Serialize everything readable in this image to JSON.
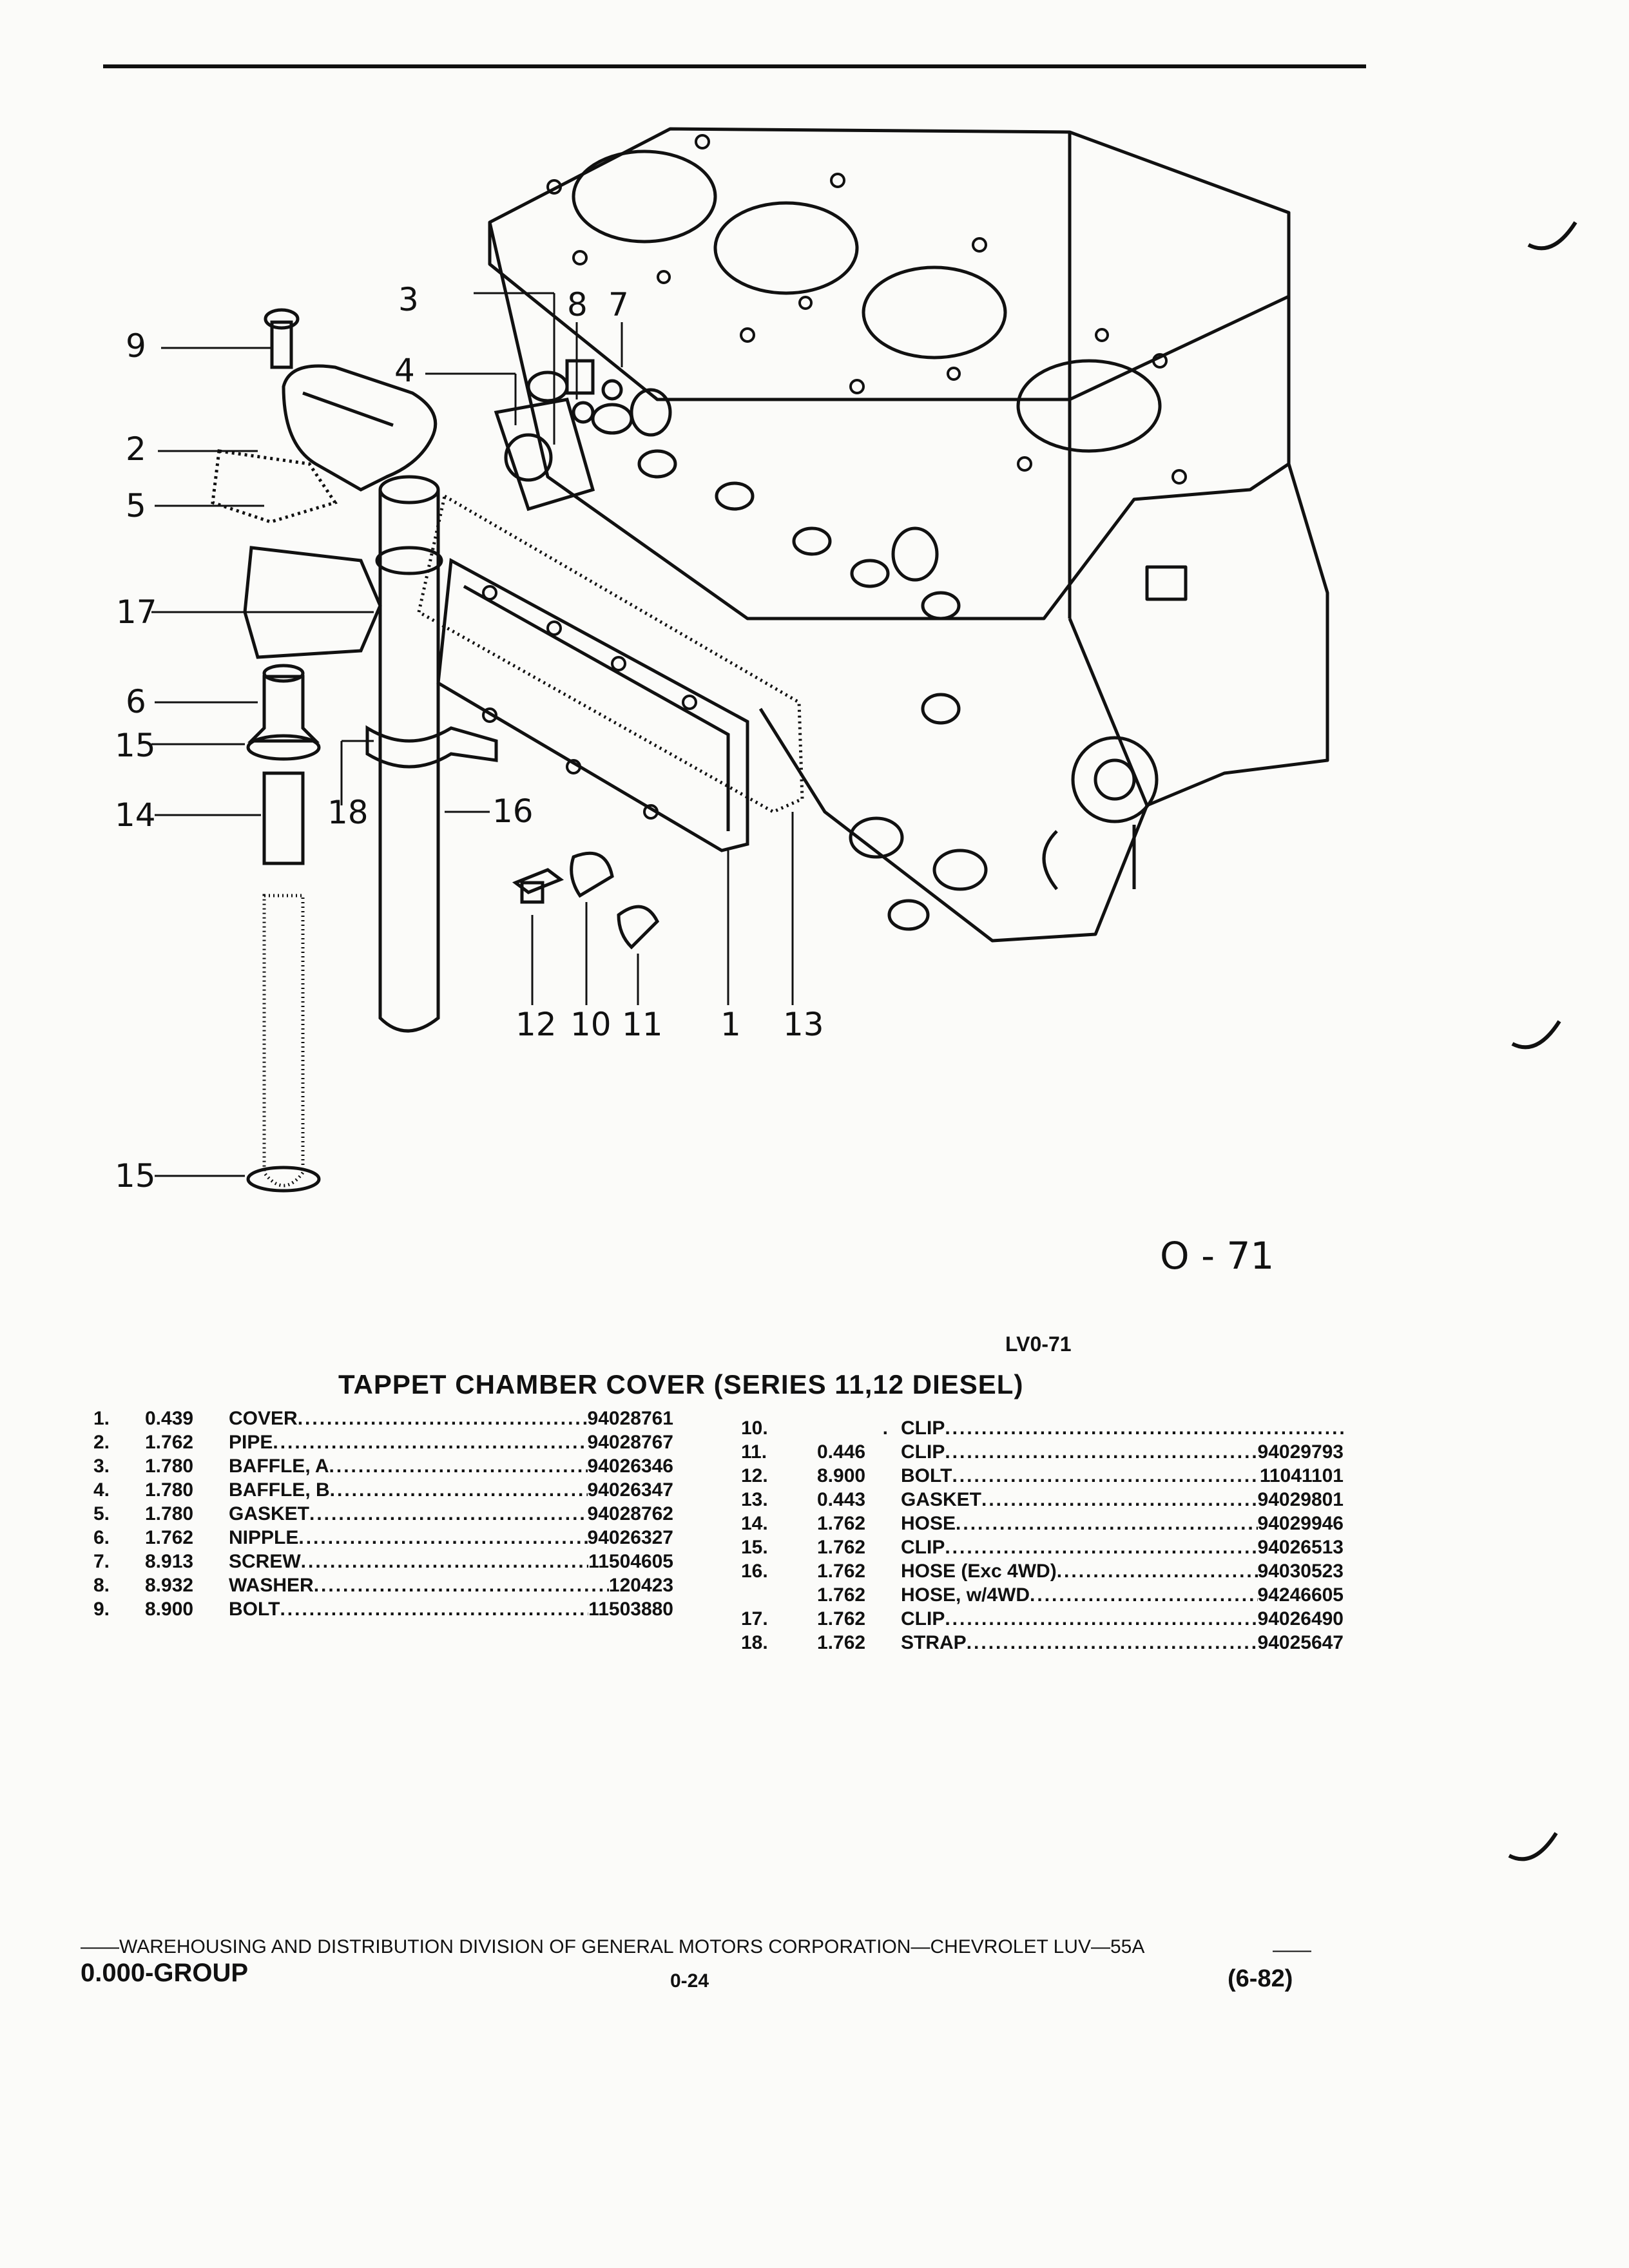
{
  "figure": {
    "callouts": [
      "3",
      "8",
      "7",
      "9",
      "4",
      "2",
      "5",
      "17",
      "6",
      "15",
      "14",
      "18",
      "16",
      "12",
      "10",
      "11",
      "1",
      "13",
      "15"
    ],
    "figure_number": "O - 71",
    "code": "LV0-71"
  },
  "title": "TAPPET CHAMBER COVER (SERIES 11,12 DIESEL)",
  "parts_left": [
    {
      "num": "1.",
      "group": "0.439",
      "name": "COVER",
      "part": "94028761"
    },
    {
      "num": "2.",
      "group": "1.762",
      "name": "PIPE",
      "part": "94028767"
    },
    {
      "num": "3.",
      "group": "1.780",
      "name": "BAFFLE, A",
      "part": "94026346"
    },
    {
      "num": "4.",
      "group": "1.780",
      "name": "BAFFLE, B",
      "part": "94026347"
    },
    {
      "num": "5.",
      "group": "1.780",
      "name": "GASKET",
      "part": "94028762"
    },
    {
      "num": "6.",
      "group": "1.762",
      "name": "NIPPLE",
      "part": "94026327"
    },
    {
      "num": "7.",
      "group": "8.913",
      "name": "SCREW",
      "part": "11504605"
    },
    {
      "num": "8.",
      "group": "8.932",
      "name": "WASHER",
      "part": "120423"
    },
    {
      "num": "9.",
      "group": "8.900",
      "name": "BOLT",
      "part": "11503880"
    }
  ],
  "parts_right": [
    {
      "num": "10.",
      "group": ".",
      "name": "CLIP",
      "part": ""
    },
    {
      "num": "11.",
      "group": "0.446",
      "name": "CLIP",
      "part": "94029793"
    },
    {
      "num": "12.",
      "group": "8.900",
      "name": "BOLT",
      "part": "11041101"
    },
    {
      "num": "13.",
      "group": "0.443",
      "name": "GASKET",
      "part": "94029801"
    },
    {
      "num": "14.",
      "group": "1.762",
      "name": "HOSE",
      "part": "94029946"
    },
    {
      "num": "15.",
      "group": "1.762",
      "name": "CLIP",
      "part": "94026513"
    },
    {
      "num": "16.",
      "group": "1.762",
      "name": "HOSE (Exc 4WD)",
      "part": "94030523"
    },
    {
      "num": "",
      "group": "1.762",
      "name": "HOSE, w/4WD",
      "part": "94246605"
    },
    {
      "num": "17.",
      "group": "1.762",
      "name": "CLIP",
      "part": "94026490"
    },
    {
      "num": "18.",
      "group": "1.762",
      "name": "STRAP",
      "part": "94025647"
    }
  ],
  "footer": {
    "line": "——WAREHOUSING AND DISTRIBUTION DIVISION OF GENERAL MOTORS CORPORATION—CHEVROLET LUV—55A",
    "trail": "——",
    "group": "0.000-GROUP",
    "page": "0-24",
    "date": "(6-82)"
  }
}
